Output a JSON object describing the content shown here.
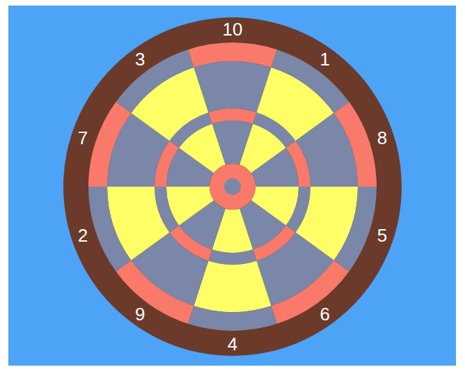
{
  "diagram": {
    "labels": [
      "10",
      "1",
      "8",
      "5",
      "6",
      "4",
      "9",
      "2",
      "7",
      "3"
    ]
  }
}
